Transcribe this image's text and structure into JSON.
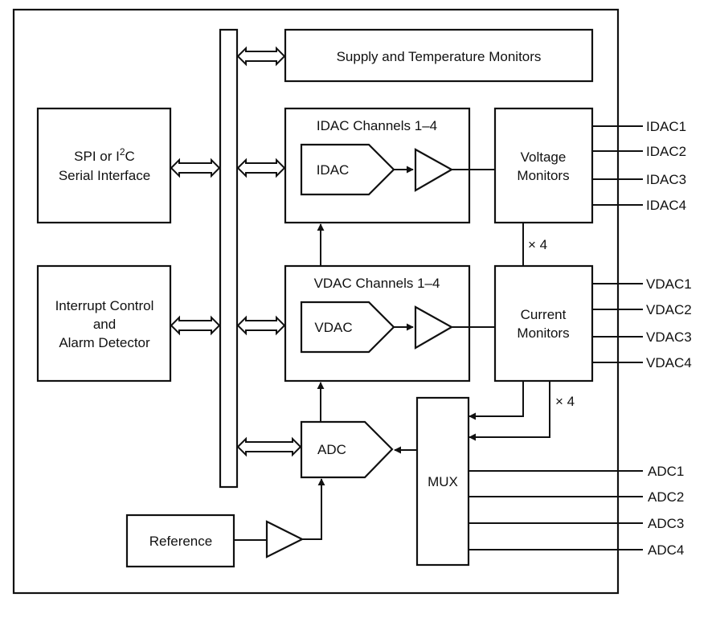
{
  "blocks": {
    "supply": "Supply and Temperature Monitors",
    "serial_line1_a": "SPI or I",
    "serial_sup": "2",
    "serial_line1_b": "C",
    "serial_line2": "Serial Interface",
    "interrupt_line1": "Interrupt Control",
    "interrupt_line2": "and",
    "interrupt_line3": "Alarm Detector",
    "idac_channels": "IDAC Channels 1–4",
    "idac": "IDAC",
    "vdac_channels": "VDAC Channels 1–4",
    "vdac": "VDAC",
    "voltage_line1": "Voltage",
    "voltage_line2": "Monitors",
    "current_line1": "Current",
    "current_line2": "Monitors",
    "adc": "ADC",
    "mux": "MUX",
    "reference": "Reference"
  },
  "multipliers": {
    "upper": "× 4",
    "lower": "× 4"
  },
  "outputs": {
    "idac": [
      "IDAC1",
      "IDAC2",
      "IDAC3",
      "IDAC4"
    ],
    "vdac": [
      "VDAC1",
      "VDAC2",
      "VDAC3",
      "VDAC4"
    ],
    "adc": [
      "ADC1",
      "ADC2",
      "ADC3",
      "ADC4"
    ]
  }
}
